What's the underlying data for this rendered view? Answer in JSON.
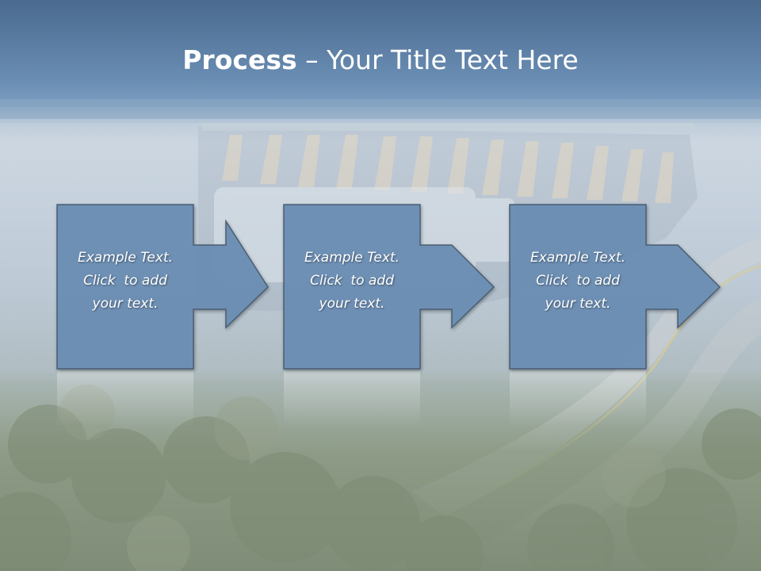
{
  "slide": {
    "title_bold": "Process",
    "title_rest": " – Your Title Text Here",
    "steps": [
      {
        "line1": "Example Text.",
        "line2": "Click  to add",
        "line3": "your text."
      },
      {
        "line1": "Example Text.",
        "line2": "Click  to add",
        "line3": "your text."
      },
      {
        "line1": "Example Text.",
        "line2": "Click  to add",
        "line3": "your text."
      }
    ]
  },
  "colors": {
    "arrow_fill": "#6b8db3",
    "arrow_stroke": "#44586e",
    "title_text": "#ffffff"
  }
}
